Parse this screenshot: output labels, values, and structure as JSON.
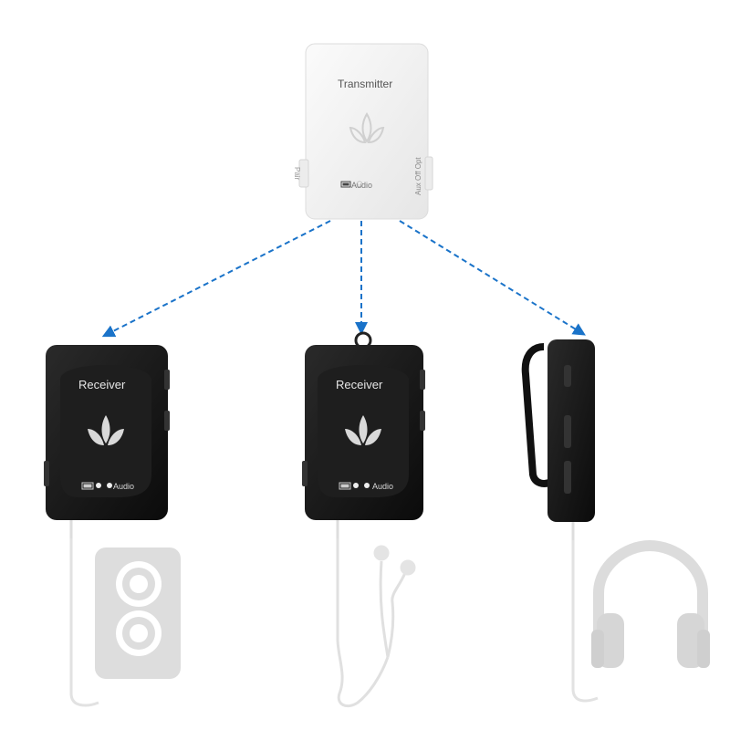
{
  "transmitter": {
    "title": "Transmitter",
    "pair_label": "Pair",
    "audio_label": "Audio",
    "switch_label": "Aux  Off  Opt"
  },
  "receivers": [
    {
      "title": "Receiver",
      "audio_label": "Audio"
    },
    {
      "title": "Receiver",
      "audio_label": "Audio"
    }
  ],
  "colors": {
    "arrow": "#1a73c9",
    "receiver_body": "#111111",
    "transmitter_body": "#f2f2f2",
    "accessory": "#dedede"
  },
  "icons": [
    "lotus-logo-icon",
    "battery-icon",
    "speaker-icon",
    "earphones-icon",
    "headphones-icon"
  ]
}
